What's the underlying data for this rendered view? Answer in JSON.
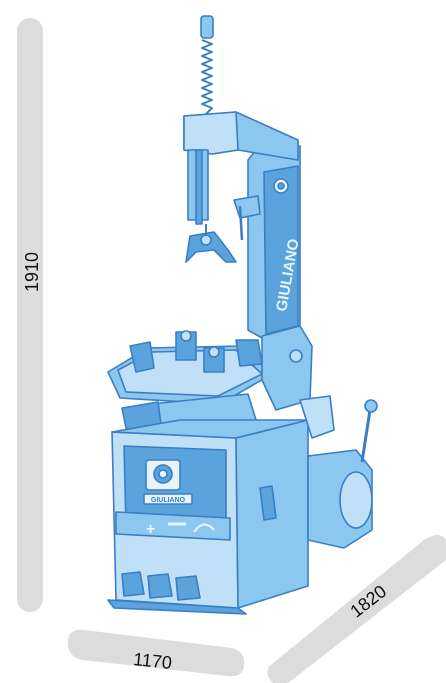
{
  "dimensions": {
    "height_label": "1910",
    "width_label": "1170",
    "depth_label": "1820"
  },
  "machine": {
    "brand_label": "GIULIANO"
  },
  "colors": {
    "dimension_bar": "#dcdcdc",
    "outline": "#3a7fc4",
    "fill_light": "#bfe0f7",
    "fill_mid": "#8cc7ef",
    "fill_dark": "#5aa3dc",
    "text": "#111111"
  }
}
